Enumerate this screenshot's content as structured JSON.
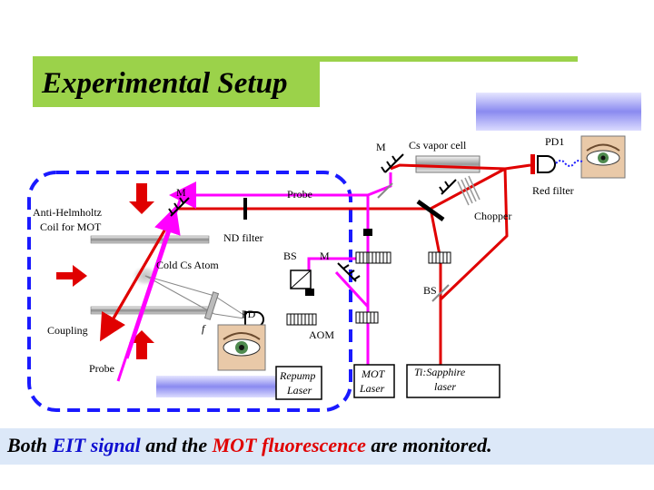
{
  "title": "Experimental Setup",
  "caption": {
    "part1": "Both ",
    "part2": "EIT",
    "part3": " signal",
    "part4": " and the ",
    "part5": "MOT",
    "part6": "  fluorescence",
    "part7": " are monitored."
  },
  "labels": {
    "m_top": "M",
    "cs_cell": "Cs vapor cell",
    "pd1": "PD1",
    "red_filter": "Red filter",
    "m_left": "M",
    "probe_top": "Probe",
    "chopper": "Chopper",
    "coil": "Anti-Helmholtz",
    "coil2": "Coil for MOT",
    "nd_filter": "ND filter",
    "bs1": "BS",
    "m_mid": "M",
    "cold_atom": "Cold Cs Atom",
    "bs2": "BS",
    "pd": "PD",
    "f": "f",
    "aom": "AOM",
    "coupling": "Coupling",
    "probe_bottom": "Probe",
    "repump1": "Repump",
    "repump2": "Laser",
    "mot1": "MOT",
    "mot2": "Laser",
    "tisa1": "Ti:Sapphire",
    "tisa2": "laser"
  },
  "colors": {
    "red_beam": "#e00000",
    "probe_beam": "#ff00ff",
    "blue_dash": "#1a1aff",
    "title_bg": "#9bd24a"
  }
}
